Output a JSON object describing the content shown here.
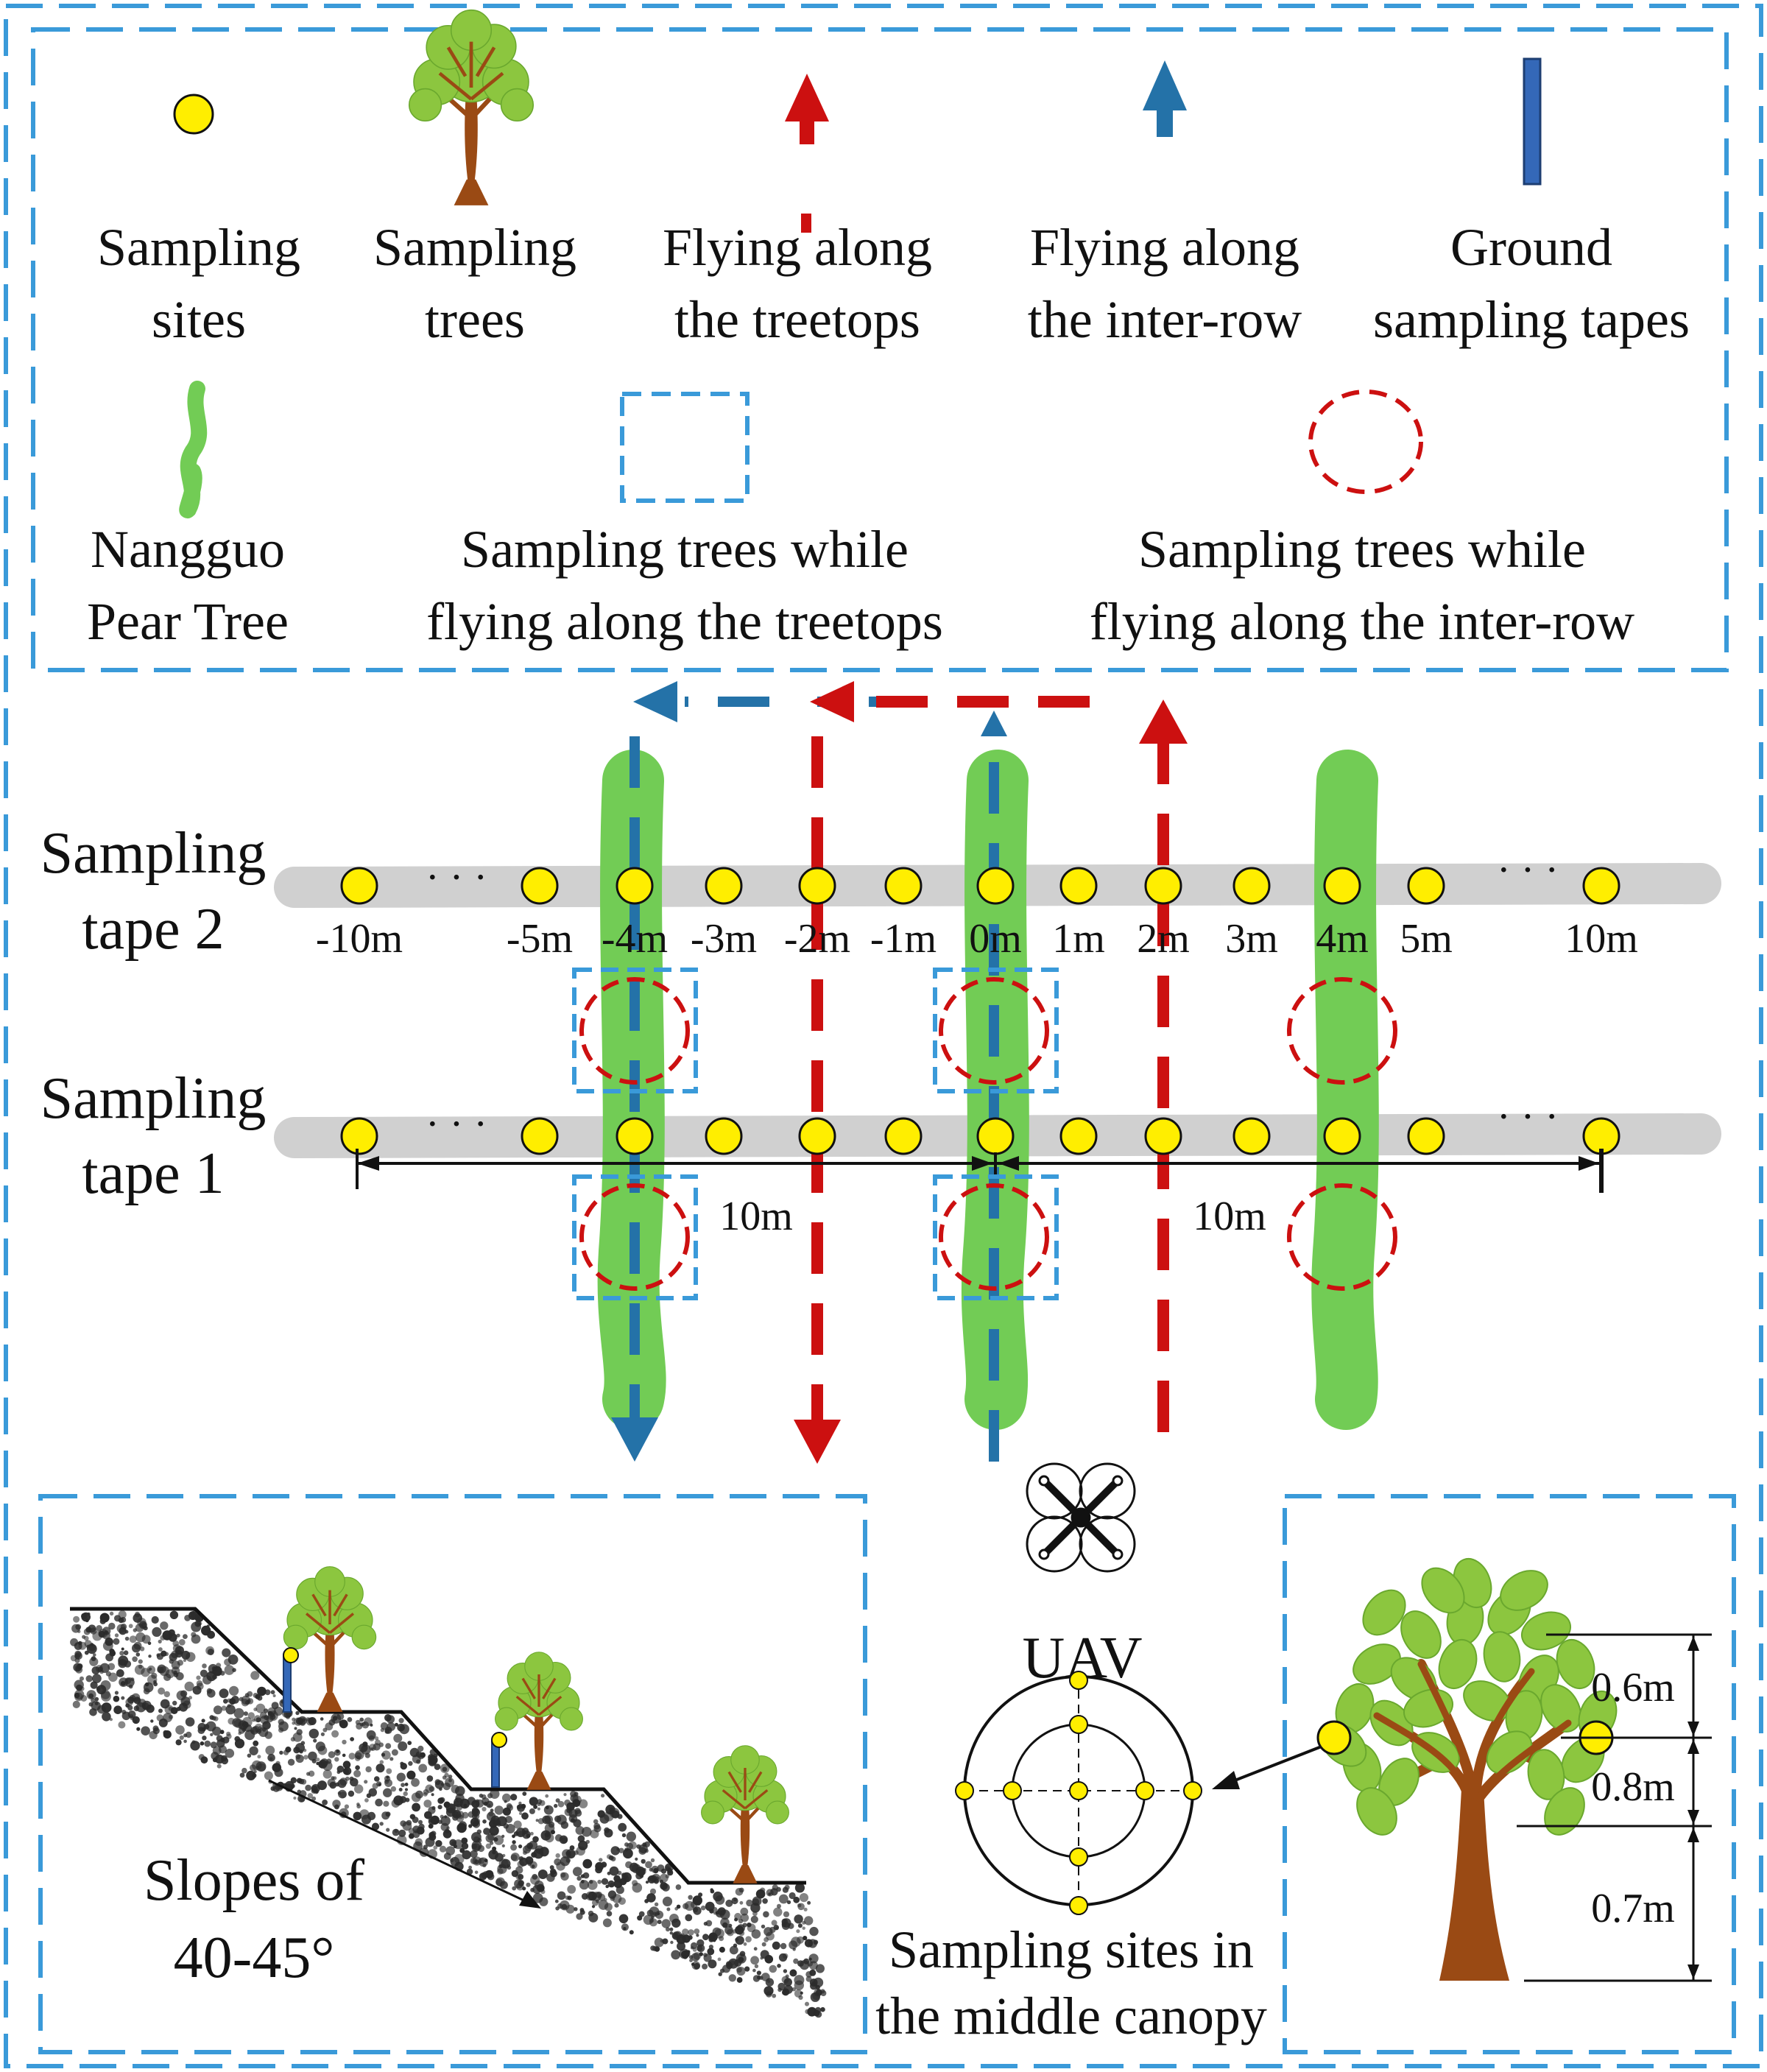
{
  "legend": {
    "sampling_sites": [
      "Sampling",
      "sites"
    ],
    "sampling_trees": [
      "Sampling",
      "trees"
    ],
    "flying_treetops": [
      "Flying along",
      "the treetops"
    ],
    "flying_interrow": [
      "Flying along",
      "the inter-row"
    ],
    "ground_tapes": [
      "Ground",
      "sampling tapes"
    ],
    "nangguo": [
      "Nangguo",
      "Pear Tree"
    ],
    "blue_box": [
      "Sampling trees while",
      "flying along the treetops"
    ],
    "red_circle": [
      "Sampling trees while",
      "flying along the inter-row"
    ]
  },
  "tapes": {
    "tape2": [
      "Sampling",
      "tape 2"
    ],
    "tape1": [
      "Sampling",
      "tape 1"
    ],
    "ellipsis": "· · ·",
    "ticks": [
      "-10m",
      "-5m",
      "-4m",
      "-3m",
      "-2m",
      "-1m",
      "0m",
      "1m",
      "2m",
      "3m",
      "4m",
      "5m",
      "10m"
    ],
    "span_left": "10m",
    "span_right": "10m"
  },
  "uav": {
    "label": "UAV",
    "caption": [
      "Sampling sites in",
      "the middle canopy"
    ]
  },
  "slope": {
    "label": [
      "Slopes of",
      "40-45°"
    ]
  },
  "heights": {
    "top": "0.6m",
    "mid": "0.8m",
    "bottom": "0.7m"
  },
  "colors": {
    "frame_blue": "#3a9ad9",
    "path_blue": "#2472a8",
    "path_red": "#cc1010",
    "site_yellow": "#ffee00",
    "tree_green": "#72cc55",
    "tape_gray": "#d0d0d0",
    "trunk_brown": "#9a4a14",
    "leaf_green": "#8cc63f"
  }
}
